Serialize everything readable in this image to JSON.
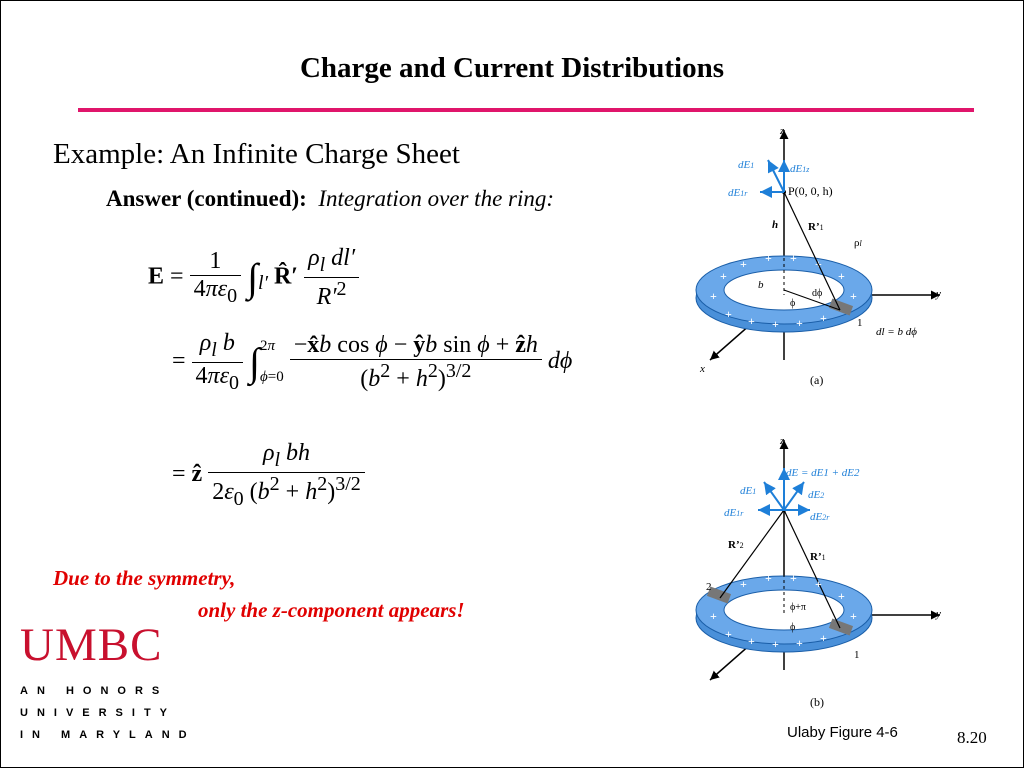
{
  "title": "Charge and Current Distributions",
  "example_heading": "Example:  An Infinite Charge Sheet",
  "answer": {
    "label": "Answer (continued):",
    "text": "Integration over the ring:"
  },
  "note": {
    "line1": "Due to the symmetry,",
    "line2": "only the z-component appears!"
  },
  "logo": {
    "name": "UMBC",
    "line1": "AN HONORS",
    "line2": "UNIVERSITY",
    "line3": "IN MARYLAND"
  },
  "figure": {
    "caption": "Ulaby Figure 4-6",
    "page": "8.20",
    "label_a": "(a)",
    "label_b": "(b)",
    "point": "P(0, 0, h)",
    "dl_eq": "dl = b dϕ",
    "dE_sum": "dE = dE1 + dE2"
  },
  "colors": {
    "accent": "#e0156b",
    "note": "#e00000",
    "ring": "#4a90d9",
    "vector": "#1e7fd8"
  }
}
